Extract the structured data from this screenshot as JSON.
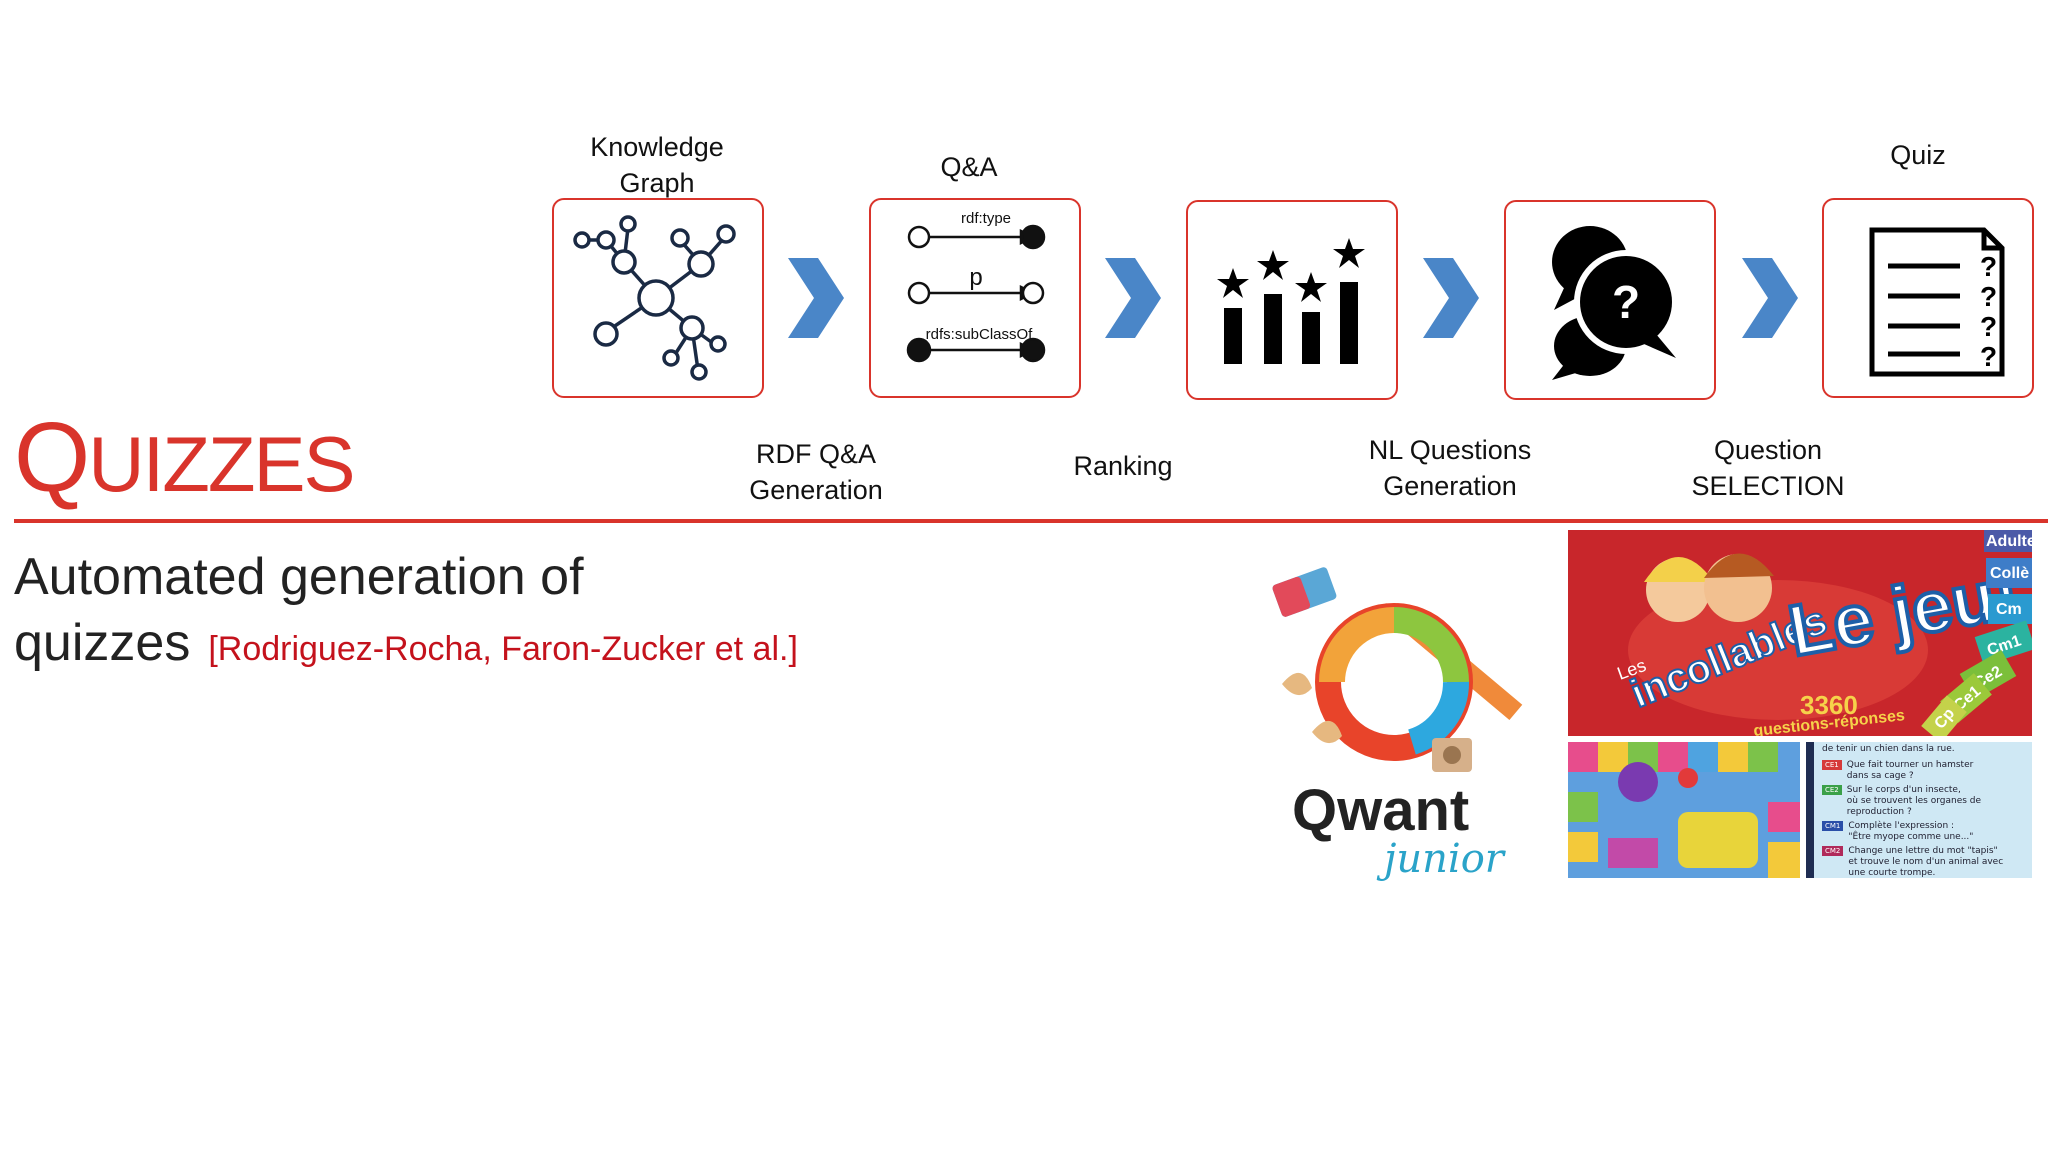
{
  "pipeline": {
    "top_labels": {
      "knowledge_graph": "Knowledge\nGraph",
      "qa": "Q&A",
      "quiz": "Quiz"
    },
    "bottom_labels": {
      "rdf_qa_generation": "RDF Q&A\nGeneration",
      "ranking": "Ranking",
      "nl_questions_generation": "NL Questions\nGeneration",
      "question_selection": "Question\nSELECTION"
    },
    "qa_box": {
      "edge1": "rdf:type",
      "edge2": "p",
      "edge3": "rdfs:subClassOf"
    }
  },
  "section": {
    "title_initial": "Q",
    "title_rest": "UIZZES",
    "subtitle_line1": "Automated generation of",
    "subtitle_line2": "quizzes",
    "citation": "[Rodriguez-Rocha, Faron-Zucker et al.]"
  },
  "images": {
    "qwant_logo_text": "Qwant",
    "qwant_junior_text": "junior",
    "game_box": {
      "brand_small": "Les",
      "brand": "incollables",
      "headline": "Le jeu!",
      "count": "3360",
      "count_caption": "questions-réponses",
      "side_tabs": [
        "Adulte",
        "Collè",
        "Cm",
        "Cm1",
        "Ce2",
        "Ce1",
        "Cp"
      ]
    },
    "card_text": {
      "line0": "de tenir un chien dans la rue.",
      "items": [
        {
          "badge": "CE1",
          "text": "Que fait tourner un hamster\ndans sa cage ?"
        },
        {
          "badge": "CE2",
          "text": "Sur le corps d'un insecte,\noù se trouvent les organes de reproduction ?"
        },
        {
          "badge": "CM1",
          "text": "Complète l'expression :\n\"Être myope comme une...\""
        },
        {
          "badge": "CM2",
          "text": "Change une lettre du mot \"tapis\"\net trouve le nom d'un animal avec\nune courte trompe."
        }
      ]
    }
  },
  "colors": {
    "accent_red": "#d9342b",
    "chevron_blue": "#4a86c8",
    "citation_red": "#c4121c"
  }
}
